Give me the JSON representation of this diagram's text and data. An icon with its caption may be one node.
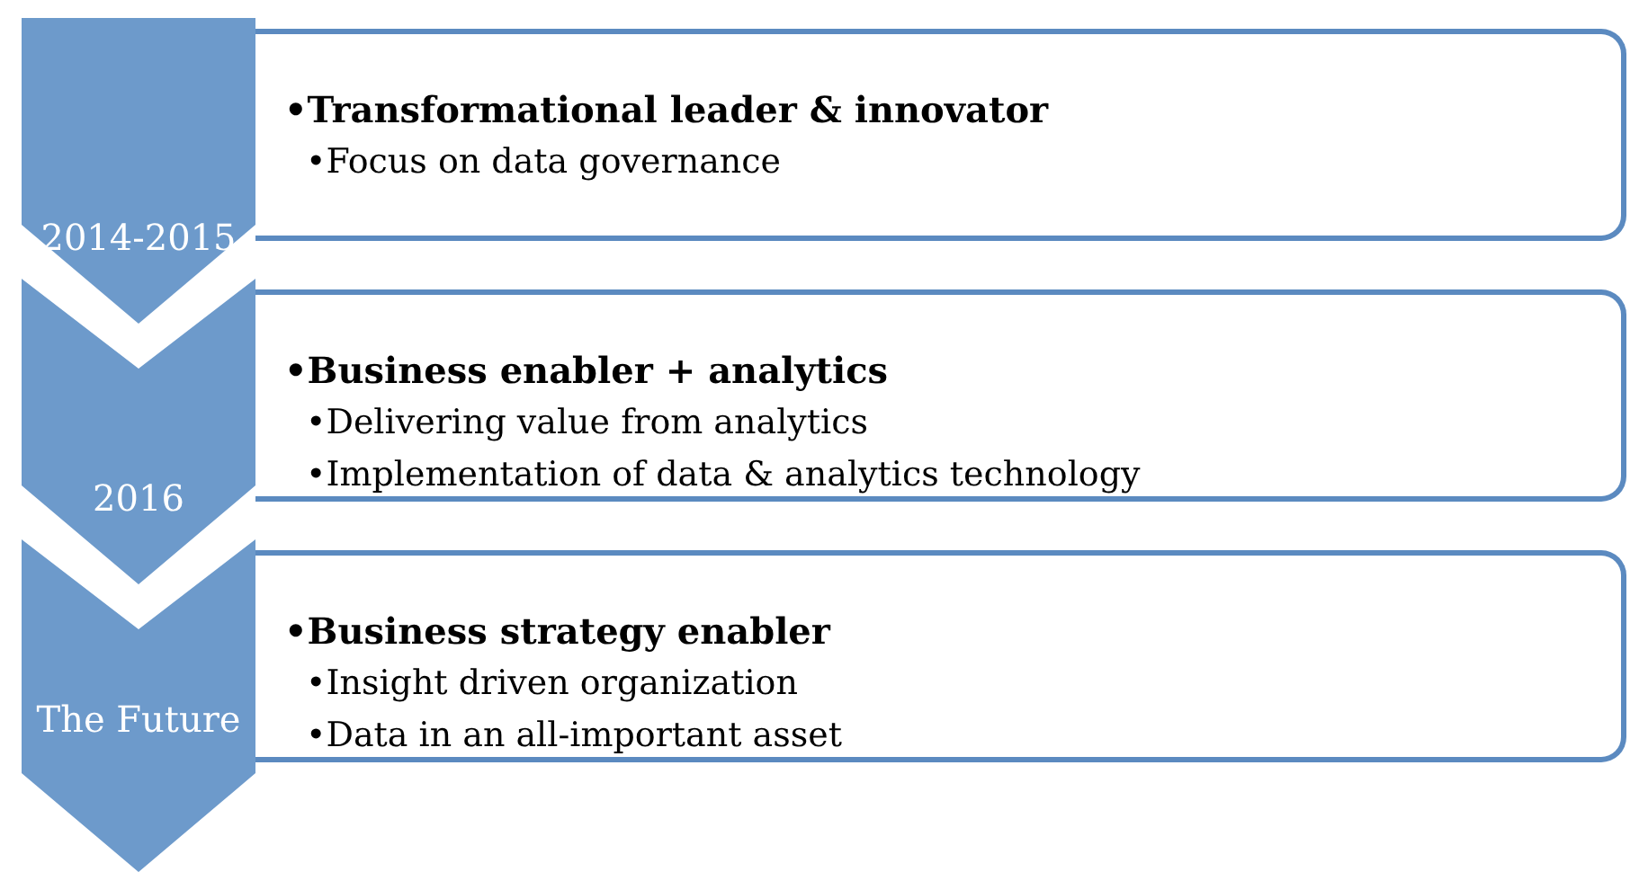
{
  "diagram": {
    "nodes": [
      {
        "text": [
          "2014-2015"
        ]
      },
      {
        "text": [
          "•Transformational leader & innovator",
          "•Focus on data governance"
        ]
      },
      {
        "text": [
          "2016"
        ]
      },
      {
        "text": [
          "•Business enabler + analytics",
          "•Delivering value from analytics",
          "•Implementation of data & analytics technology"
        ]
      },
      {
        "text": [
          "The Future"
        ]
      },
      {
        "text": [
          "•Business strategy enabler",
          "•Insight driven organization",
          "•Data in an all-important asset"
        ]
      }
    ]
  }
}
